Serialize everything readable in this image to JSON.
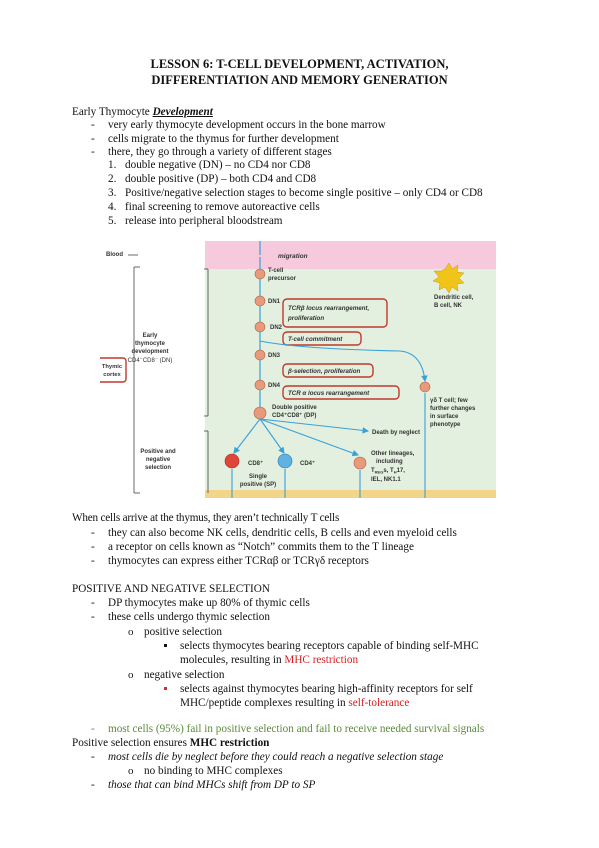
{
  "title": {
    "line1": "LESSON 6: T-CELL DEVELOPMENT, ACTIVATION,",
    "line2": "DIFFERENTIATION AND MEMORY GENERATION"
  },
  "section1": {
    "heading_prefix": "Early Thymocyte ",
    "heading_emph": "Development",
    "bullets": [
      "very early thymocyte development occurs in the bone marrow",
      "cells migrate to the thymus for further development",
      "there, they go through a variety of different stages"
    ],
    "numbered": [
      {
        "n": "1.",
        "text": "double negative (DN) – no CD4 nor CD8"
      },
      {
        "n": "2.",
        "text": "double positive (DP) – both CD4 and CD8"
      },
      {
        "n": "3.",
        "text": "Positive/negative selection stages to become single positive – only CD4 or CD8"
      },
      {
        "n": "4.",
        "text": "final screening to remove autoreactive cells"
      },
      {
        "n": "5.",
        "text": "release into peripheral bloodstream"
      }
    ]
  },
  "figure": {
    "blood": "Blood",
    "migration": "migration",
    "precursor1": "T-cell",
    "precursor2": "precursor",
    "dn1": "DN1",
    "dn2": "DN2",
    "dn3": "DN3",
    "dn4": "DN4",
    "box_tcrb1": "TCRβ locus rearrangement,",
    "box_tcrb2": "proliferation",
    "box_commit": "T-cell commitment",
    "box_bsel": "β-selection, proliferation",
    "box_tcra": "TCR α locus rearrangement",
    "early1": "Early",
    "early2": "thymocyte",
    "early3": "development",
    "early4": "CD4⁻CD8⁻ (DN)",
    "thymic1": "Thymic",
    "thymic2": "cortex",
    "dp1": "Double positive",
    "dp2": "CD4⁺CD8⁺ (DP)",
    "death": "Death by neglect",
    "posneg1": "Positive and",
    "posneg2": "negative",
    "posneg3": "selection",
    "cd8": "CD8⁺",
    "cd4": "CD4⁺",
    "single1": "Single",
    "single2": "positive (SP)",
    "other1": "Other lineages,",
    "other2": "including",
    "other3": "T",
    "other3b": "REG",
    "other3c": "s, T",
    "other3d": "H",
    "other3e": "17,",
    "other4": "IEL, NK1.1",
    "dendritic1": "Dendritic cell,",
    "dendritic2": "B cell, NK",
    "gd1": "γδ T cell; few",
    "gd2": "further changes",
    "gd3": "in surface",
    "gd4": "phenotype",
    "colors": {
      "blood_band": "#f6c9dc",
      "thymus_bg": "#e3f0df",
      "arrow": "#3aa0d8",
      "box_border": "#c0392b",
      "cell_dp": "#e79a7c",
      "cell_cd8": "#e0453a",
      "cell_cd4": "#5fb2e2",
      "dendritic": "#f0c419",
      "floor": "#f3d58a"
    }
  },
  "section2": {
    "heading": "When cells arrive at the thymus, they aren’t technically T cells",
    "bullets": [
      "they can also become NK cells, dendritic cells, B cells and even myeloid cells",
      "a receptor on cells known as “Notch” commits them to the T lineage",
      "thymocytes can express either TCRαβ or TCRγδ receptors"
    ]
  },
  "section3": {
    "heading": "POSITIVE AND NEGATIVE SELECTION",
    "bullets": [
      "DP thymocytes make up 80% of thymic cells",
      "these cells undergo thymic selection"
    ],
    "pos_label": "positive selection",
    "pos_detail1": "selects thymocytes bearing receptors capable of binding self-MHC",
    "pos_detail2a": "molecules, resulting in ",
    "pos_detail2b": "MHC restriction",
    "neg_label": "negative selection",
    "neg_detail1": "selects against thymocytes bearing high-affinity receptors for self",
    "neg_detail2a": "MHC/peptide complexes resulting in ",
    "neg_detail2b": "self-tolerance",
    "green_note": "most cells (95%) fail in positive selection and fail to receive needed survival signals"
  },
  "section4": {
    "heading_a": "Positive selection ensures ",
    "heading_b": "MHC restriction",
    "b1": "most cells die by neglect before they could reach a negative selection stage",
    "b1_sub": "no binding to MHC complexes",
    "b2": "those that can bind MHCs shift from DP to SP"
  }
}
